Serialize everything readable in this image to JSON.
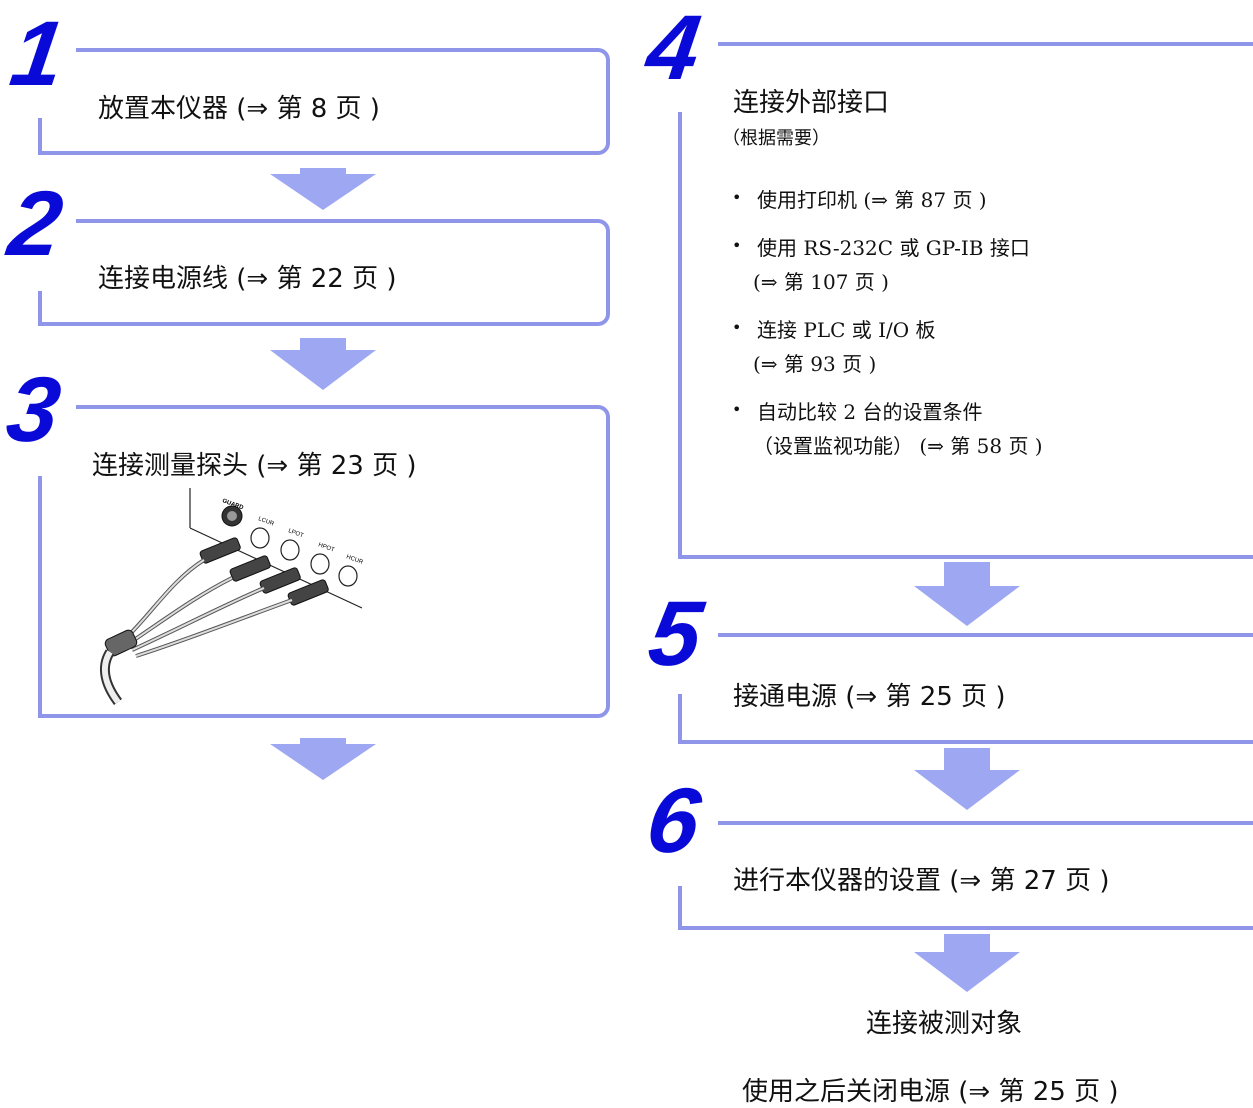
{
  "steps": {
    "s1": {
      "num": "1",
      "text": "放置本仪器 (⇒ 第 8 页 )"
    },
    "s2": {
      "num": "2",
      "text": "连接电源线 (⇒ 第 22 页 )"
    },
    "s3": {
      "num": "3",
      "text": "连接测量探头 (⇒ 第 23 页 )"
    },
    "s4": {
      "num": "4",
      "title": "连接外部接口",
      "subtitle": "（根据需要）",
      "items": [
        {
          "line1": "使用打印机 (⇒ 第 87 页 )",
          "line2": ""
        },
        {
          "line1": "使用 RS-232C 或 GP-IB 接口",
          "line2": "(⇒ 第 107 页 )"
        },
        {
          "line1": "连接 PLC 或 I/O 板",
          "line2": "(⇒ 第 93 页 )"
        },
        {
          "line1": "自动比较 2 台的设置条件",
          "line2": "（设置监视功能） (⇒ 第 58 页 )"
        }
      ]
    },
    "s5": {
      "num": "5",
      "text": "接通电源 (⇒ 第 25 页 )"
    },
    "s6": {
      "num": "6",
      "text": "进行本仪器的设置 (⇒ 第 27 页 )"
    }
  },
  "after": {
    "connect": "连接被测对象",
    "power_off": "使用之后关闭电源 (⇒ 第 25 页 )"
  },
  "probe_labels": {
    "guard": "GUARD",
    "lcur": "LCUR",
    "lpot": "LPOT",
    "hpot": "HPOT",
    "hcur": "HCUR"
  },
  "colors": {
    "number": "#0a0ad8",
    "frame": "#8f96ea",
    "arrow": "#9ea8f2"
  }
}
